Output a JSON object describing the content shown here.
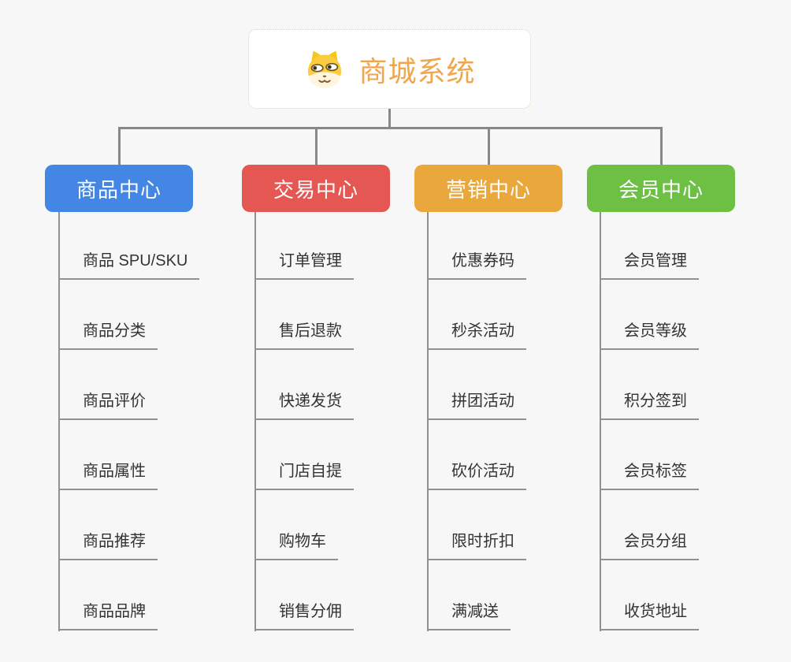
{
  "root": {
    "title": "商城系统",
    "icon": "dog-face-icon",
    "title_color": "#f0a64d",
    "border_color": "#f5c98f",
    "background": "#ffffff"
  },
  "branches": [
    {
      "label": "商品中心",
      "color": "#4486e3",
      "children": [
        "商品 SPU/SKU",
        "商品分类",
        "商品评价",
        "商品属性",
        "商品推荐",
        "商品品牌"
      ]
    },
    {
      "label": "交易中心",
      "color": "#e55752",
      "children": [
        "订单管理",
        "售后退款",
        "快递发货",
        "门店自提",
        "购物车",
        "销售分佣"
      ]
    },
    {
      "label": "营销中心",
      "color": "#eaa83c",
      "children": [
        "优惠券码",
        "秒杀活动",
        "拼团活动",
        "砍价活动",
        "限时折扣",
        "满减送"
      ]
    },
    {
      "label": "会员中心",
      "color": "#6dc044",
      "children": [
        "会员管理",
        "会员等级",
        "积分签到",
        "会员标签",
        "会员分组",
        "收货地址"
      ]
    }
  ],
  "colors": {
    "page_background": "#f7f7f7",
    "connector": "#888888",
    "leaf_line": "#919191",
    "leaf_text": "#333333",
    "node_text": "#ffffff"
  }
}
